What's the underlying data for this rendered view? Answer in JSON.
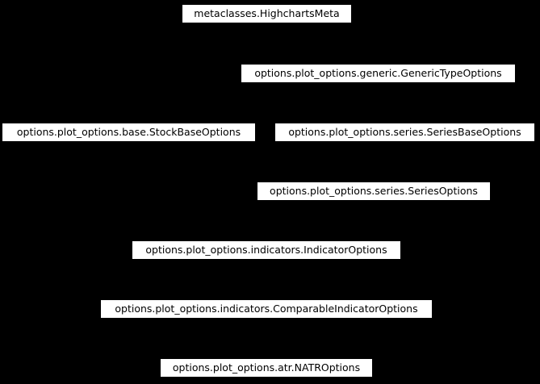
{
  "diagram": {
    "type": "inheritance-diagram",
    "colors": {
      "background": "#000000",
      "node_fill": "#ffffff",
      "node_border": "#000000",
      "node_text": "#000000"
    },
    "nodes": [
      {
        "id": "highcharts-meta",
        "label": "metaclasses.HighchartsMeta"
      },
      {
        "id": "generic-type-options",
        "label": "options.plot_options.generic.GenericTypeOptions"
      },
      {
        "id": "stock-base-options",
        "label": "options.plot_options.base.StockBaseOptions"
      },
      {
        "id": "series-base-options",
        "label": "options.plot_options.series.SeriesBaseOptions"
      },
      {
        "id": "series-options",
        "label": "options.plot_options.series.SeriesOptions"
      },
      {
        "id": "indicator-options",
        "label": "options.plot_options.indicators.IndicatorOptions"
      },
      {
        "id": "comparable-indicator-options",
        "label": "options.plot_options.indicators.ComparableIndicatorOptions"
      },
      {
        "id": "natr-options",
        "label": "options.plot_options.atr.NATROptions"
      }
    ]
  }
}
